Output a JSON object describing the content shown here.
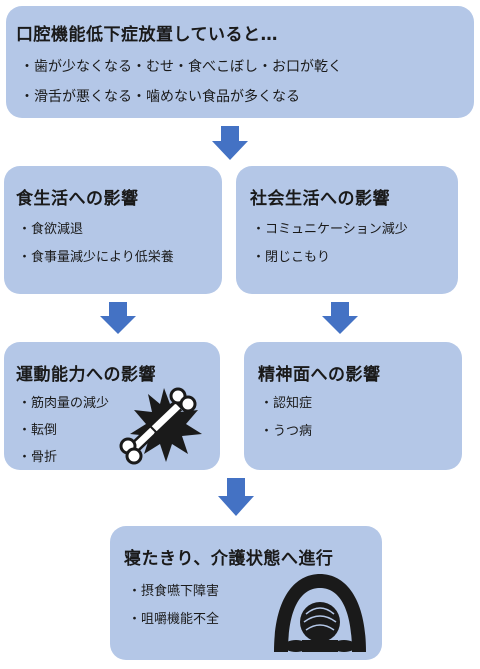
{
  "top": {
    "title": "口腔機能低下症放置していると…",
    "items": [
      "歯が少なくなる・むせ・食べこぼし・お口が乾く",
      "滑舌が悪くなる・噛めない食品が多くなる"
    ]
  },
  "diet": {
    "title": "食生活への影響",
    "items": [
      "食欲減退",
      "食事量減少により低栄養"
    ]
  },
  "social": {
    "title": "社会生活への影響",
    "items": [
      "コミュニケーション減少",
      "閉じこもり"
    ]
  },
  "motor": {
    "title": "運動能力への影響",
    "items": [
      "筋肉量の減少",
      "転倒",
      "骨折"
    ]
  },
  "mental": {
    "title": "精神面への影響",
    "items": [
      "認知症",
      "うつ病"
    ]
  },
  "bottom": {
    "title": "寝たきり、介護状態へ進行",
    "items": [
      "摂食嚥下障害",
      "咀嚼機能不全"
    ]
  },
  "icons": {
    "arrow": "down-arrow-icon",
    "bone": "broken-bone-icon",
    "person": "head-in-hands-icon"
  },
  "colors": {
    "box": "#b4c7e7",
    "arrow": "#4472c4",
    "icon": "#1a1a1a"
  }
}
